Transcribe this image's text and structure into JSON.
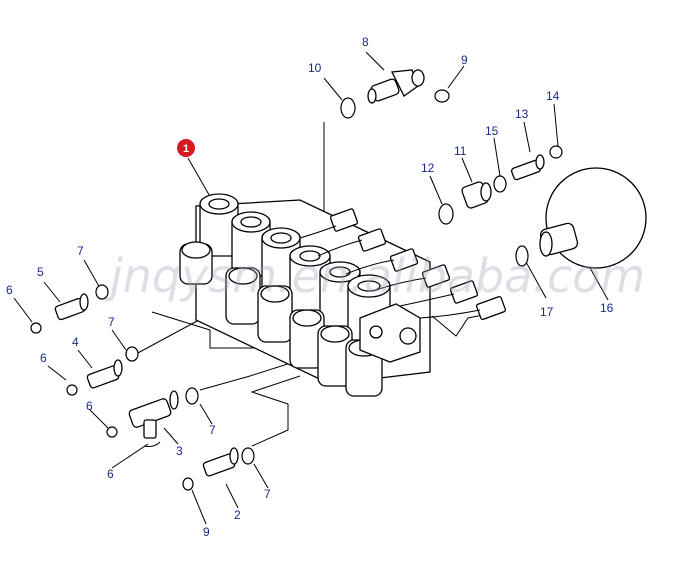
{
  "callout": {
    "label": "1",
    "color": "#d71920"
  },
  "watermark": "jnqysm.en.alibaba.com",
  "label_color": "#1a2a8c",
  "labels": [
    {
      "key": "p8",
      "text": "8"
    },
    {
      "key": "p9a",
      "text": "9"
    },
    {
      "key": "p10",
      "text": "10"
    },
    {
      "key": "p14",
      "text": "14"
    },
    {
      "key": "p13",
      "text": "13"
    },
    {
      "key": "p15",
      "text": "15"
    },
    {
      "key": "p11",
      "text": "11"
    },
    {
      "key": "p12",
      "text": "12"
    },
    {
      "key": "p7a",
      "text": "7"
    },
    {
      "key": "p5",
      "text": "5"
    },
    {
      "key": "p6a",
      "text": "6"
    },
    {
      "key": "p7b",
      "text": "7"
    },
    {
      "key": "p4",
      "text": "4"
    },
    {
      "key": "p6b",
      "text": "6"
    },
    {
      "key": "p6c",
      "text": "6"
    },
    {
      "key": "p3",
      "text": "3"
    },
    {
      "key": "p7c",
      "text": "7"
    },
    {
      "key": "p6d",
      "text": "6"
    },
    {
      "key": "p7d",
      "text": "7"
    },
    {
      "key": "p2",
      "text": "2"
    },
    {
      "key": "p9b",
      "text": "9"
    },
    {
      "key": "p17",
      "text": "17"
    },
    {
      "key": "p16",
      "text": "16"
    }
  ]
}
